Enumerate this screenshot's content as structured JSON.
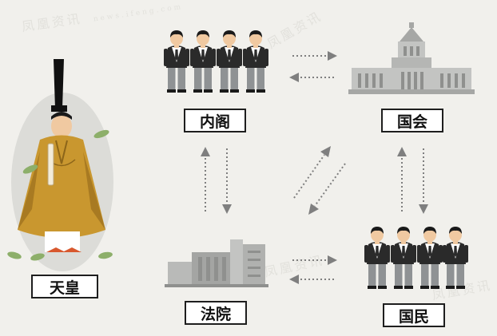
{
  "nodes": {
    "emperor": "天皇",
    "cabinet": "内阁",
    "diet": "国会",
    "court": "法院",
    "people": "国民"
  },
  "watermark": {
    "brand": "凤凰资讯",
    "url": "news.ifeng.com"
  },
  "colors": {
    "background": "#f1f0ec",
    "robe": "#c9972f",
    "arrow": "#7f7f7f",
    "suit": "#2a2a2a",
    "trousers": "#8f9294",
    "building": "#b9bab8"
  }
}
